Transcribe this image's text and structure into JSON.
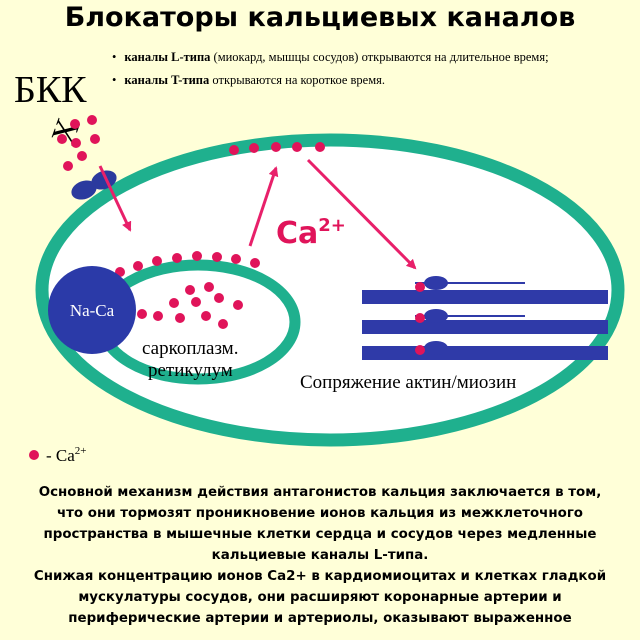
{
  "title": "Блокаторы кальциевых каналов",
  "bullets": [
    {
      "bold": "каналы L-типа",
      "text": " (миокард, мышцы сосудов) открываются на длительное время;"
    },
    {
      "bold": "каналы T-типа",
      "text": " открываются на короткое время."
    }
  ],
  "blocker_label": "БКК",
  "blocker_mark": "X",
  "ion_label": "Ca",
  "ion_superscript": "2+",
  "exchanger_label": "Na-Ca",
  "reticulum_line1": "саркоплазм.",
  "reticulum_line2": "ретикулум",
  "actin_myosin_label": "Сопряжение актин/миозин",
  "legend": {
    "prefix": "- Ca",
    "sup": "2+"
  },
  "caption_lines": [
    "Основной механизм действия антагонистов кальция заключается в том,",
    "что они тормозят проникновение ионов кальция из межклеточного",
    "пространства в мышечные клетки сердца и сосудов через медленные",
    "кальциевые каналы L-типа.",
    "Снижая концентрацию ионов Ca2+ в кардиомиоцитах и клетках гладкой",
    "мускулатуры сосудов, они расширяют коронарные артерии и",
    "периферические артерии и артериолы, оказывают выраженное"
  ],
  "colors": {
    "membrane": "#1fb08e",
    "ion": "#e0145a",
    "arrow": "#e8206a",
    "channel": "#2b3a9e",
    "exchanger": "#2b3aa8",
    "filament": "#2f3aa8",
    "background": "#ffffd8"
  }
}
